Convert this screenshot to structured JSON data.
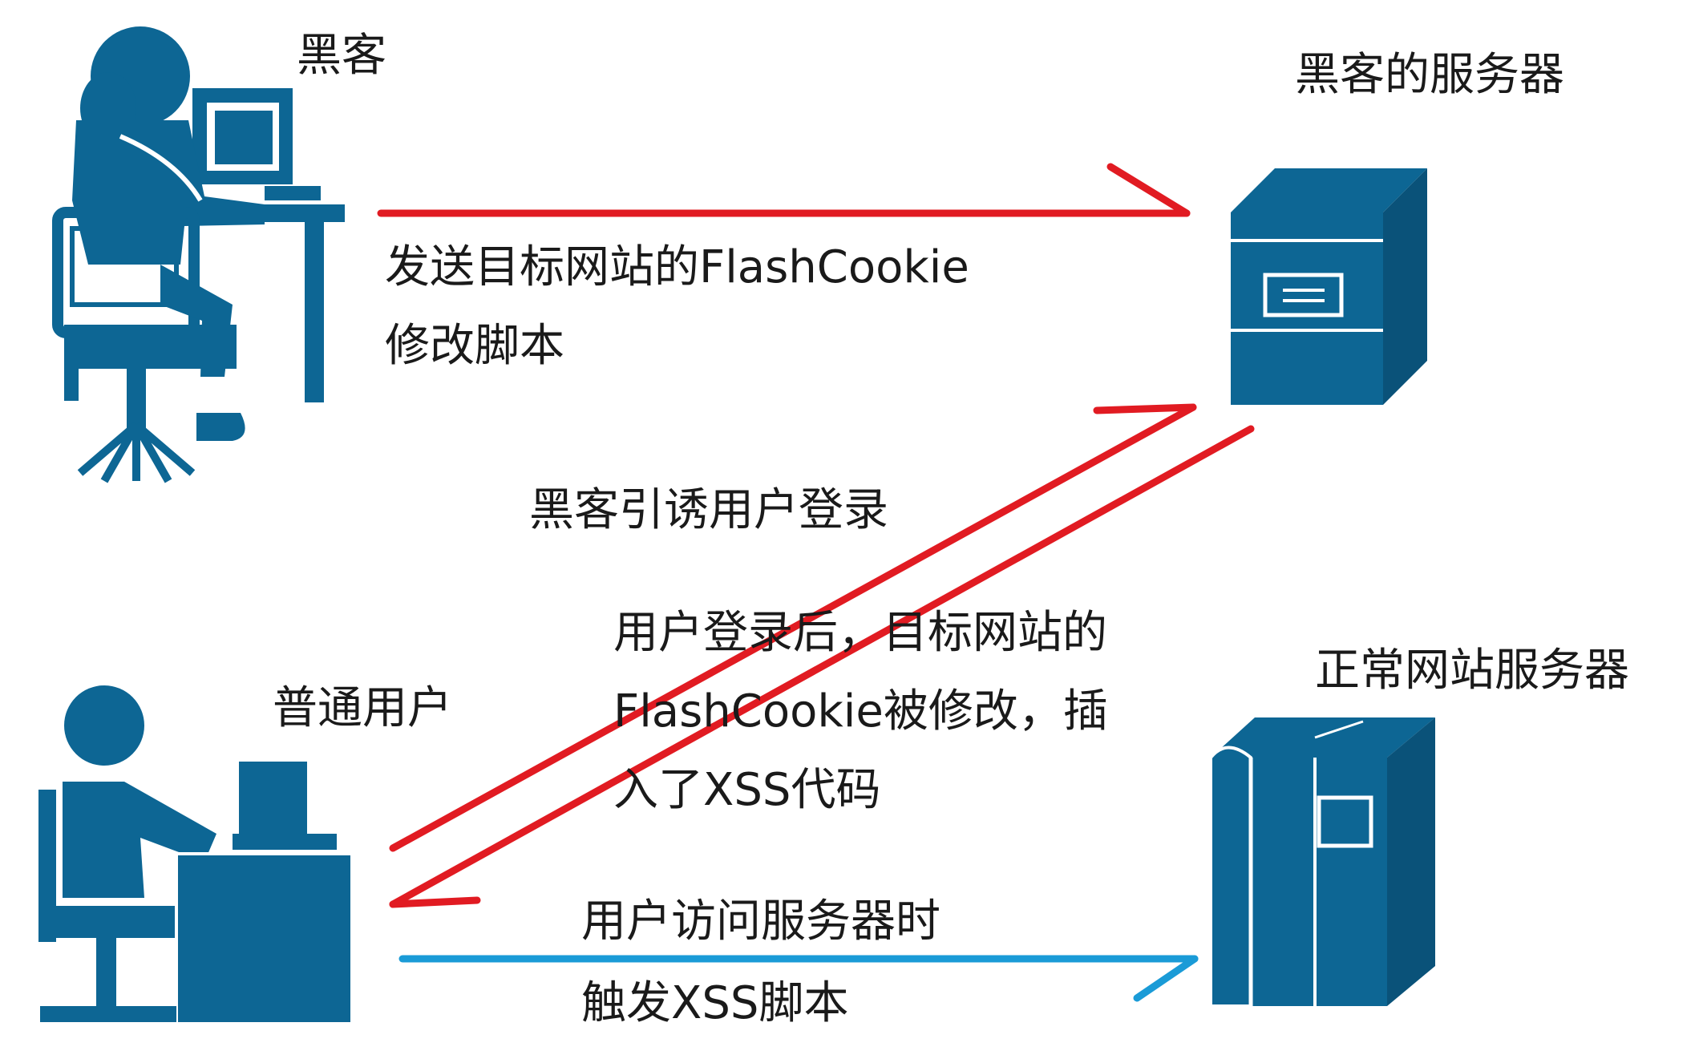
{
  "actors": {
    "hacker": {
      "label": "黑客",
      "icon": "hacker-at-computer-icon"
    },
    "hacker_server": {
      "label": "黑客的服务器",
      "icon": "server-icon"
    },
    "user": {
      "label": "普通用户",
      "icon": "user-at-computer-icon"
    },
    "normal_server": {
      "label": "正常网站服务器",
      "icon": "server-icon"
    }
  },
  "messages": {
    "send_script": {
      "line1": "发送目标网站的FlashCookie",
      "line2": "修改脚本"
    },
    "lure_login": {
      "line1": "黑客引诱用户登录"
    },
    "cookie_modified": {
      "line1": "用户登录后，目标网站的",
      "line2": "FlashCookie被修改，插",
      "line3": "入了XSS代码"
    },
    "trigger_xss": {
      "line1": "用户访问服务器时",
      "line2": "触发XSS脚本"
    }
  },
  "colors": {
    "icon_blue": "#0d6694",
    "attack_arrow_red": "#e11b22",
    "normal_arrow_blue": "#1a9bd7",
    "text": "#1a1a1a"
  }
}
